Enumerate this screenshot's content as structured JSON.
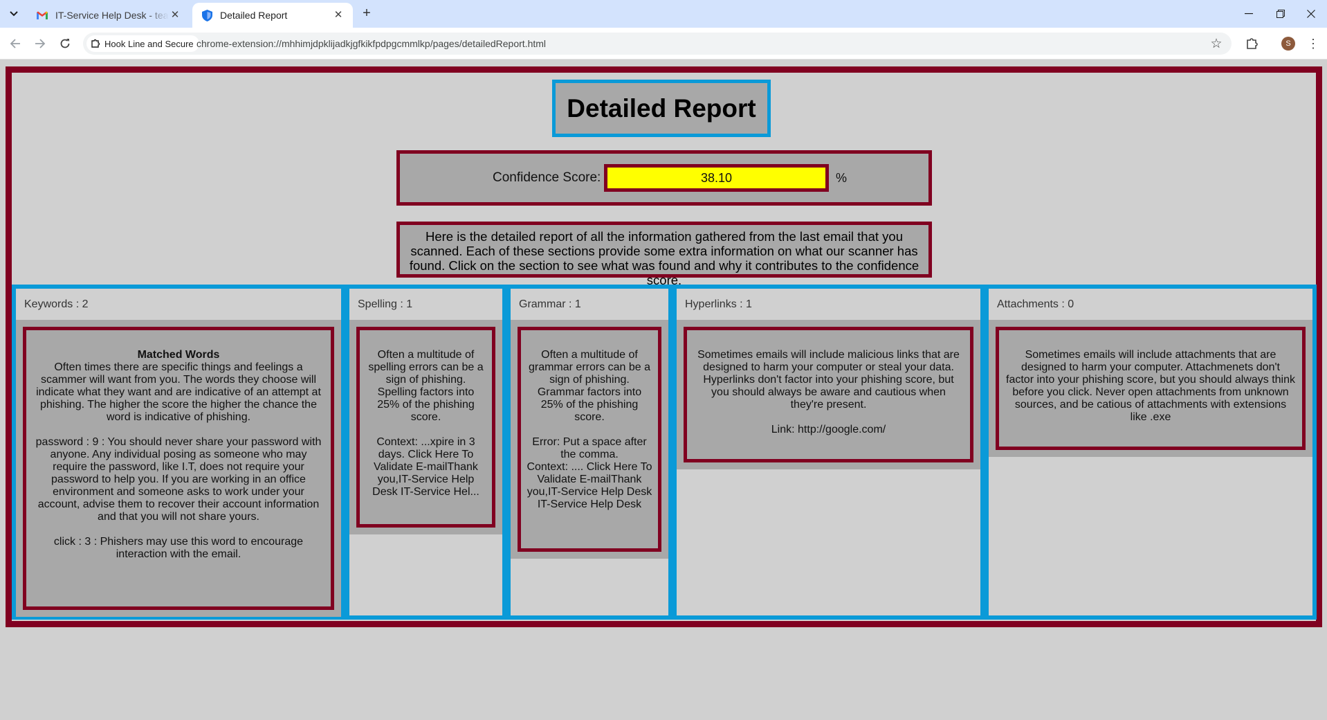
{
  "browser": {
    "tabs": [
      {
        "title": "IT-Service Help Desk - teamg",
        "active": false,
        "icon": "gmail-icon"
      },
      {
        "title": "Detailed Report",
        "active": true,
        "icon": "shield-icon"
      }
    ],
    "site_chip": "Hook Line and Secure",
    "url": "chrome-extension://mhhimjdpklijadkjgfkikfpdpgcmmlkp/pages/detailedReport.html",
    "profile_initial": "S"
  },
  "page": {
    "title": "Detailed Report",
    "confidence_label": "Confidence Score:",
    "confidence_value": "38.10",
    "confidence_unit": "%",
    "intro": "Here is the detailed report of all the information gathered from the last email that you scanned. Each of these sections provide some extra information on what our scanner has found. Click on the section to see what was found and why it contributes to the confidence score."
  },
  "sections": {
    "keywords": {
      "header": "Keywords : 2",
      "heading": "Matched Words",
      "intro": "Often times there are specific things and feelings a scammer will want from you. The words they choose will indicate what they want and are indicative of an attempt at phishing. The higher the score the higher the chance the word is indicative of phishing.",
      "item1": "password : 9 : You should never share your password with anyone. Any individual posing as someone who may require the password, like I.T, does not require your password to help you. If you are working in an office environment and someone asks to work under your account, advise them to recover their account information and that you will not share yours.",
      "item2": "click : 3 : Phishers may use this word to encourage interaction with the email."
    },
    "spelling": {
      "header": "Spelling : 1",
      "intro": "Often a multitude of spelling errors can be a sign of phishing. Spelling factors into 25% of the phishing score.",
      "context": "Context: ...xpire in 3 days. Click Here To Validate E-mailThank you,IT-Service Help Desk IT-Service Hel..."
    },
    "grammar": {
      "header": "Grammar : 1",
      "intro": "Often a multitude of grammar errors can be a sign of phishing. Grammar factors into 25% of the phishing score.",
      "error": "Error: Put a space after the comma.",
      "context": "Context: .... Click Here To Validate E-mailThank you,IT-Service Help Desk IT-Service Help Desk"
    },
    "hyperlinks": {
      "header": "Hyperlinks : 1",
      "intro": "Sometimes emails will include malicious links that are designed to harm your computer or steal your data. Hyperlinks don't factor into your phishing score, but you should always be aware and cautious when they're present.",
      "link": "Link: http://google.com/"
    },
    "attachments": {
      "header": "Attachments : 0",
      "intro": "Sometimes emails will include attachments that are designed to harm your computer. Attachmenets don't factor into your phishing score, but you should always think before you click. Never open attachments from unknown sources, and be catious of attachments with extensions like .exe"
    }
  },
  "colors": {
    "frame": "#800020",
    "section_border": "#0a9ad8",
    "score_fill": "#ffff00",
    "panel": "#a8a8a8",
    "background": "#d0d0d0"
  }
}
